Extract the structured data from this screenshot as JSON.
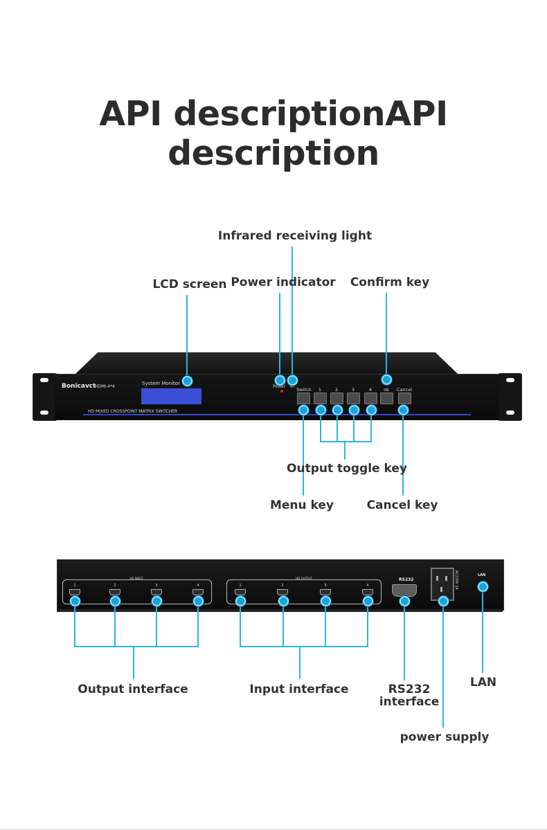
{
  "title": "API descriptionAPI description",
  "front_panel": {
    "labels": {
      "infrared": "Infrared receiving light",
      "lcd": "LCD screen",
      "power_indicator": "Power indicator",
      "confirm": "Confirm key",
      "output_toggle": "Output toggle key",
      "menu": "Menu key",
      "cancel": "Cancel key"
    },
    "device": {
      "brand": "Bonicavct",
      "model": "HDMI-4*4",
      "system_monitor": "System Monitor",
      "power": "Power",
      "ir": "IR",
      "bar_text": "HD MIXED CROSSPOINT MATRIX SWITCHER",
      "keys": [
        "Switch",
        "1",
        "2",
        "3",
        "4",
        "ok",
        "Cancel"
      ]
    }
  },
  "back_panel": {
    "labels": {
      "output_interface": "Output interface",
      "input_interface": "Input interface",
      "rs232_line1": "RS232",
      "rs232_line2": "interface",
      "lan": "LAN",
      "power_supply": "power supply"
    },
    "device": {
      "hd_input": "HD INPUT",
      "hd_output": "HD OUTPUT",
      "ports": [
        "1",
        "2",
        "3",
        "4"
      ],
      "rs232": "RS232",
      "voltage": "AC220V 2A",
      "lan": "LAN"
    }
  },
  "colors": {
    "callout": "#29b6e3",
    "lcd": "#3b4fd6",
    "title": "#2c2c2c"
  }
}
